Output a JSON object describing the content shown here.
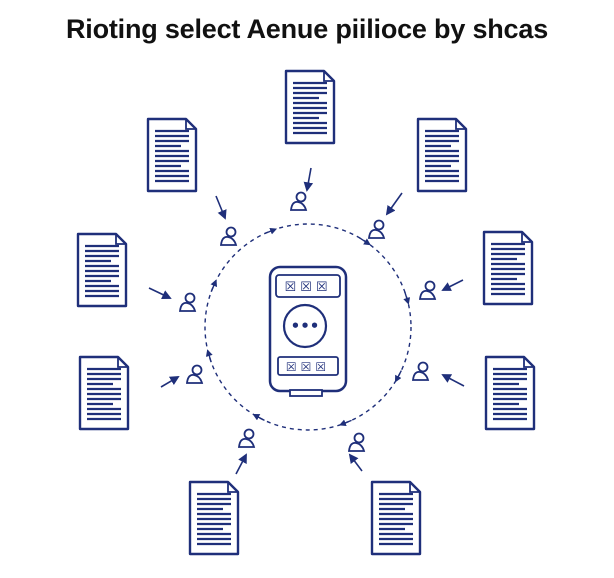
{
  "title": "Rioting select Aenue piilioce by shcas",
  "colors": {
    "ink": "#1f2f7a",
    "ink_light": "#3a4aa0",
    "ink_pale": "#8e96c8",
    "background": "#ffffff",
    "title": "#111111"
  },
  "central_device": {
    "icon": "kiosk-terminal-icon",
    "top_row_marks": [
      "☒",
      "☒",
      "☒"
    ],
    "bottom_row_marks": [
      "☒",
      "☒",
      "☒"
    ],
    "center_glyph": "•••"
  },
  "documents": [
    {
      "icon": "document-icon",
      "id": "doc-top"
    },
    {
      "icon": "document-icon",
      "id": "doc-upper-right"
    },
    {
      "icon": "document-icon",
      "id": "doc-right"
    },
    {
      "icon": "document-icon",
      "id": "doc-lower-right"
    },
    {
      "icon": "document-icon",
      "id": "doc-bottom-right"
    },
    {
      "icon": "document-icon",
      "id": "doc-bottom-left"
    },
    {
      "icon": "document-icon",
      "id": "doc-lower-left"
    },
    {
      "icon": "document-icon",
      "id": "doc-left"
    },
    {
      "icon": "document-icon",
      "id": "doc-upper-left"
    }
  ],
  "users": [
    {
      "icon": "user-icon"
    },
    {
      "icon": "user-icon"
    },
    {
      "icon": "user-icon"
    },
    {
      "icon": "user-icon"
    },
    {
      "icon": "user-icon"
    },
    {
      "icon": "user-icon"
    },
    {
      "icon": "user-icon"
    },
    {
      "icon": "user-icon"
    },
    {
      "icon": "user-icon"
    }
  ],
  "ring": {
    "style": "dashed",
    "arrows": "clockwise"
  }
}
